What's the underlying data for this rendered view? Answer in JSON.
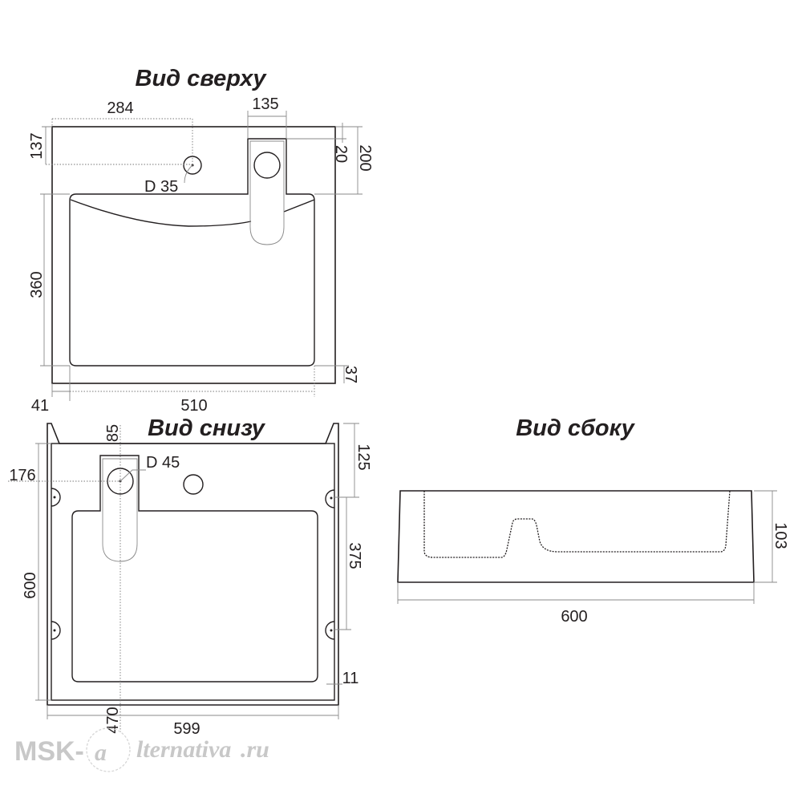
{
  "titles": {
    "top": "Вид сверху",
    "bottom": "Вид снизу",
    "side": "Вид сбоку"
  },
  "top_view": {
    "dims": {
      "d284": "284",
      "d135": "135",
      "d137": "137",
      "d20": "20",
      "d200": "200",
      "d360": "360",
      "d37": "37",
      "d41": "41",
      "d510": "510"
    },
    "hole_label": "D 35"
  },
  "bottom_view": {
    "dims": {
      "d85": "85",
      "d176": "176",
      "d600": "600",
      "d125": "125",
      "d375": "375",
      "d11": "11",
      "d599": "599",
      "d470": "470"
    },
    "hole_label": "D 45"
  },
  "side_view": {
    "dims": {
      "d103": "103",
      "d600": "600"
    }
  },
  "logo": {
    "part1": "MSK-",
    "part2": "a",
    "part3": "lternativa",
    "part4": ".ru"
  }
}
